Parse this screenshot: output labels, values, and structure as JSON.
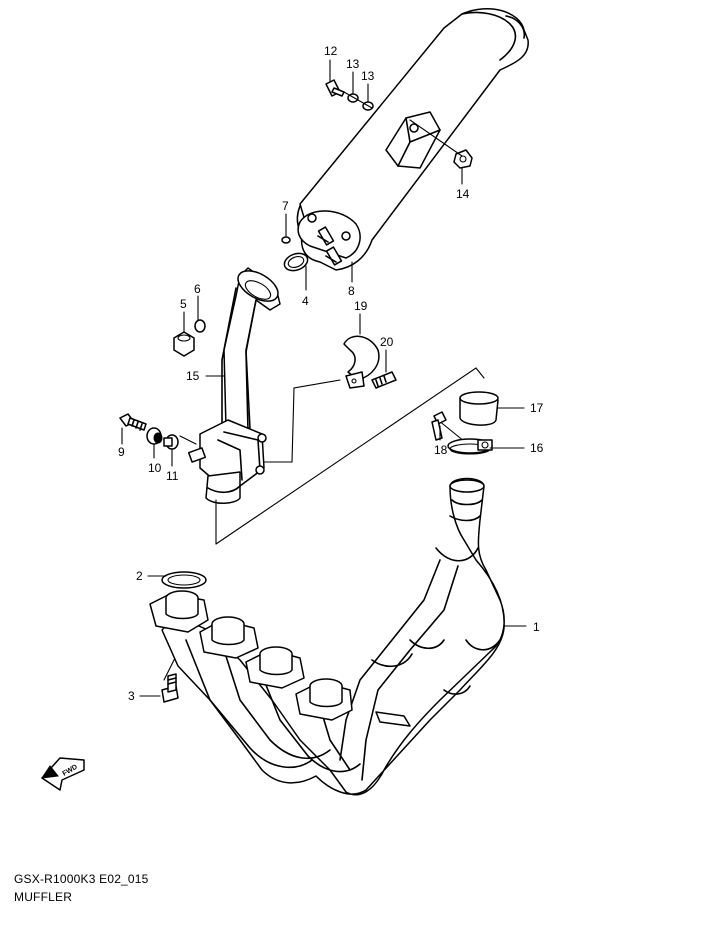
{
  "diagram": {
    "code": "GSX-R1000K3 E02_015",
    "title": "MUFFLER",
    "fwd_label": "FWD",
    "callouts": [
      {
        "id": "1",
        "label": "1"
      },
      {
        "id": "2",
        "label": "2"
      },
      {
        "id": "3",
        "label": "3"
      },
      {
        "id": "4",
        "label": "4"
      },
      {
        "id": "5",
        "label": "5"
      },
      {
        "id": "6",
        "label": "6"
      },
      {
        "id": "7",
        "label": "7"
      },
      {
        "id": "8",
        "label": "8"
      },
      {
        "id": "9",
        "label": "9"
      },
      {
        "id": "10",
        "label": "10"
      },
      {
        "id": "11",
        "label": "11"
      },
      {
        "id": "12",
        "label": "12"
      },
      {
        "id": "13a",
        "label": "13"
      },
      {
        "id": "13b",
        "label": "13"
      },
      {
        "id": "14",
        "label": "14"
      },
      {
        "id": "15",
        "label": "15"
      },
      {
        "id": "16",
        "label": "16"
      },
      {
        "id": "17",
        "label": "17"
      },
      {
        "id": "18",
        "label": "18"
      },
      {
        "id": "19",
        "label": "19"
      },
      {
        "id": "20",
        "label": "20"
      }
    ]
  }
}
